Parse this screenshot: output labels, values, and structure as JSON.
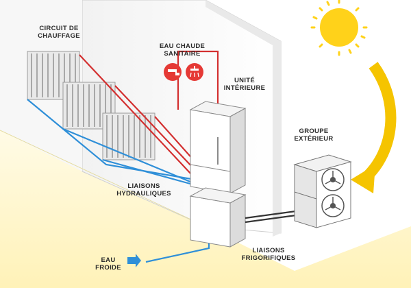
{
  "labels": {
    "circuit_chauffage": [
      "CIRCUIT DE",
      "CHAUFFAGE"
    ],
    "eau_chaude_sanitaire": [
      "EAU CHAUDE",
      "SANITAIRE"
    ],
    "unite_interieure": [
      "UNITÉ",
      "INTÉRIEURE"
    ],
    "groupe_exterieur": [
      "GROUPE",
      "EXTÉRIEUR"
    ],
    "liaisons_hydrauliques": [
      "LIAISONS",
      "HYDRAULIQUES"
    ],
    "liaisons_frigorifiques": [
      "LIAISONS",
      "FRIGORIFIQUES"
    ],
    "eau_froide": "EAU FROIDE"
  },
  "icons": [
    "sun-icon",
    "curved-arrow-icon",
    "tap-icon",
    "shower-icon",
    "radiator-icon",
    "fan-icon",
    "flow-arrow-icon"
  ],
  "colors": {
    "hot_pipe": "#d32f2f",
    "cold_pipe": "#2f8fd8",
    "sun": "#ffd21a",
    "arrow": "#f5c400",
    "wall": "#ffffff",
    "floor": "#fff6c8",
    "badge": "#e53935"
  }
}
